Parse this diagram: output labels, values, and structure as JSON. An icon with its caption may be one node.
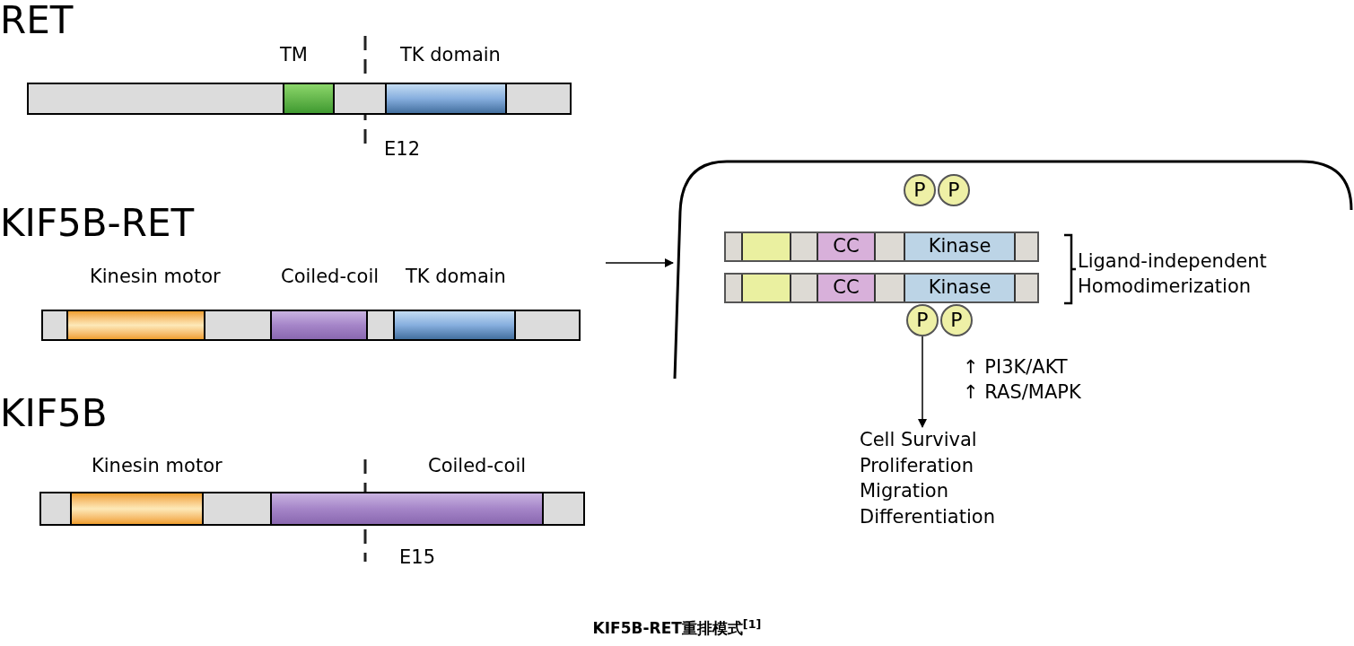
{
  "diagram": {
    "caption": "KIF5B-RET重排模式$^{[1]}$",
    "nodes": [
      {
        "text": [
          "RET"
        ]
      },
      {
        "text": [
          "KIF5B-RET"
        ]
      },
      {
        "text": [
          "KIF5B"
        ]
      },
      {
        "text": [],
        "shape": "box"
      },
      {
        "text": [
          "CC",
          "Kinase"
        ],
        "in": 3
      },
      {
        "text": [
          "CC",
          "Kinase"
        ],
        "in": 3
      },
      {
        "text": [
          "P"
        ],
        "in": 3
      },
      {
        "text": [
          "P"
        ],
        "in": 3
      },
      {
        "text": [
          "P"
        ],
        "in": 3
      },
      {
        "text": [
          "P"
        ],
        "in": 3
      },
      {
        "text": [
          "Cell Survival Proliferation Migration Differentiation"
        ]
      }
    ],
    "edges": [
      {
        "from": 1,
        "to": 3,
        "arrow": "to"
      },
      {
        "from": 8,
        "to": 10,
        "arrow": "to"
      }
    ],
    "labels": [
      "TM",
      "TK domain",
      "E12",
      "Kinesin motor",
      "Coiled-coil",
      "TK domain",
      "Kinesin motor",
      "Coiled-coil",
      "E15",
      "Ligand-independent Homodimerization",
      "↑ PI3K/AKT",
      "↑ RAS/MAPK"
    ]
  }
}
